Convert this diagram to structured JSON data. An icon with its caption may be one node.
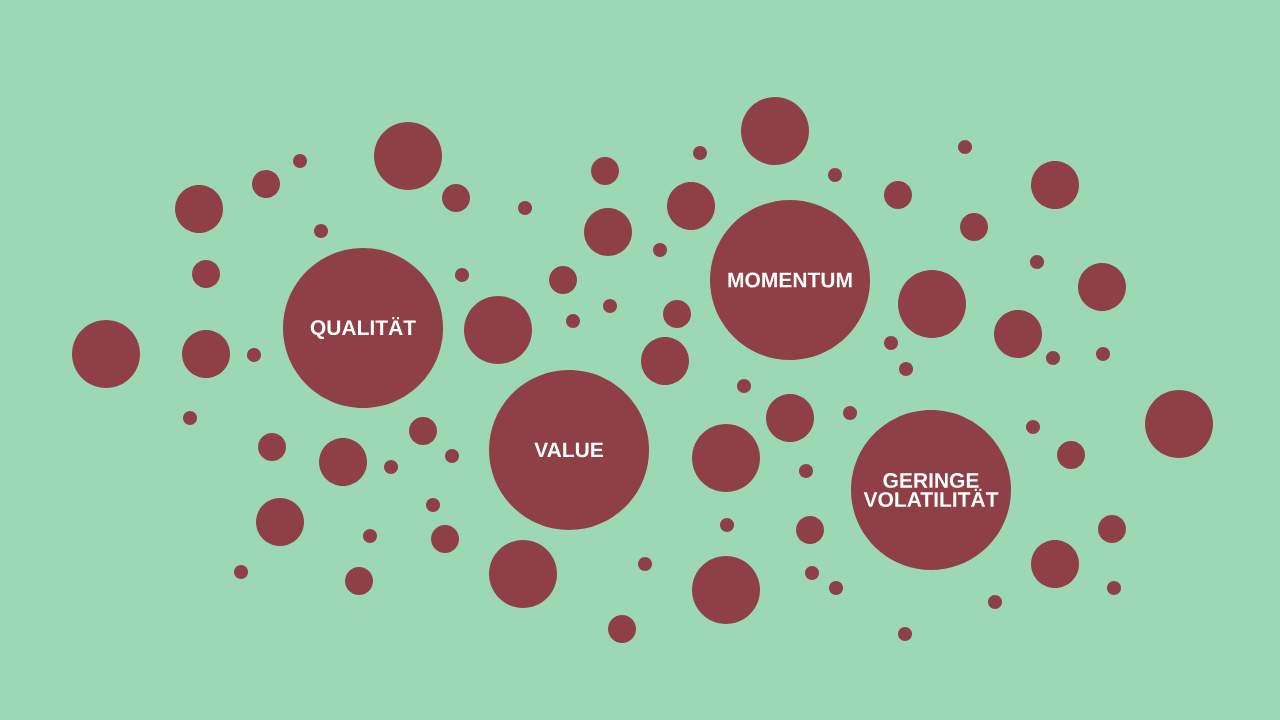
{
  "diagram": {
    "nodes": [
      {
        "text": [],
        "shape": "circle"
      },
      {
        "text": [],
        "shape": "circle"
      },
      {
        "text": [],
        "shape": "circle"
      },
      {
        "text": [],
        "shape": "circle"
      },
      {
        "text": [],
        "shape": "circle"
      },
      {
        "text": [],
        "shape": "circle"
      },
      {
        "text": [],
        "shape": "circle"
      },
      {
        "text": [],
        "shape": "circle"
      },
      {
        "text": [],
        "shape": "circle"
      },
      {
        "text": [],
        "shape": "circle"
      },
      {
        "text": [],
        "shape": "circle"
      },
      {
        "text": [],
        "shape": "circle"
      },
      {
        "text": [],
        "shape": "circle"
      },
      {
        "text": [],
        "shape": "circle"
      },
      {
        "text": [
          "QUALITÄT"
        ]
      },
      {
        "text": [],
        "shape": "circle"
      },
      {
        "text": [],
        "shape": "circle"
      },
      {
        "text": [],
        "shape": "circle"
      },
      {
        "text": [],
        "shape": "circle"
      },
      {
        "text": [],
        "shape": "circle"
      },
      {
        "text": [],
        "shape": "circle"
      },
      {
        "text": [],
        "shape": "circle"
      },
      {
        "text": [],
        "shape": "circle"
      },
      {
        "text": [],
        "shape": "circle"
      },
      {
        "text": [],
        "shape": "circle"
      },
      {
        "text": [],
        "shape": "circle"
      },
      {
        "text": [],
        "shape": "circle"
      },
      {
        "text": [],
        "shape": "circle"
      },
      {
        "text": [
          "VALUE"
        ]
      },
      {
        "text": [],
        "shape": "circle"
      },
      {
        "text": [],
        "shape": "circle"
      },
      {
        "text": [],
        "shape": "circle"
      },
      {
        "text": [],
        "shape": "circle"
      },
      {
        "text": [],
        "shape": "circle"
      },
      {
        "text": [],
        "shape": "circle"
      },
      {
        "text": [],
        "shape": "circle"
      },
      {
        "text": [],
        "shape": "circle"
      },
      {
        "text": [],
        "shape": "circle"
      },
      {
        "text": [],
        "shape": "circle"
      },
      {
        "text": [],
        "shape": "circle"
      },
      {
        "text": [],
        "shape": "circle"
      },
      {
        "text": [],
        "shape": "circle"
      },
      {
        "text": [],
        "shape": "circle"
      },
      {
        "text": [],
        "shape": "circle"
      },
      {
        "text": [],
        "shape": "circle"
      },
      {
        "text": [],
        "shape": "circle"
      },
      {
        "text": [
          "MOMENTUM"
        ]
      },
      {
        "text": [],
        "shape": "circle"
      },
      {
        "text": [],
        "shape": "circle"
      },
      {
        "text": [],
        "shape": "circle"
      },
      {
        "text": [],
        "shape": "circle"
      },
      {
        "text": [],
        "shape": "circle"
      },
      {
        "text": [],
        "shape": "circle"
      },
      {
        "text": [],
        "shape": "circle"
      },
      {
        "text": [],
        "shape": "circle"
      },
      {
        "text": [],
        "shape": "circle"
      },
      {
        "text": [],
        "shape": "circle"
      },
      {
        "text": [
          "GERINGE VOLATILITÄT"
        ]
      },
      {
        "text": [],
        "shape": "circle"
      },
      {
        "text": [],
        "shape": "circle"
      },
      {
        "text": [],
        "shape": "circle"
      },
      {
        "text": [],
        "shape": "circle"
      },
      {
        "text": [],
        "shape": "circle"
      },
      {
        "text": [],
        "shape": "circle"
      },
      {
        "text": [],
        "shape": "circle"
      },
      {
        "text": [],
        "shape": "circle"
      },
      {
        "text": [],
        "shape": "circle"
      },
      {
        "text": [],
        "shape": "circle"
      },
      {
        "text": [],
        "shape": "circle"
      },
      {
        "text": [],
        "shape": "circle"
      },
      {
        "text": [],
        "shape": "circle"
      },
      {
        "text": [],
        "shape": "circle"
      },
      {
        "text": [],
        "shape": "circle"
      },
      {
        "text": [],
        "shape": "circle"
      }
    ]
  }
}
